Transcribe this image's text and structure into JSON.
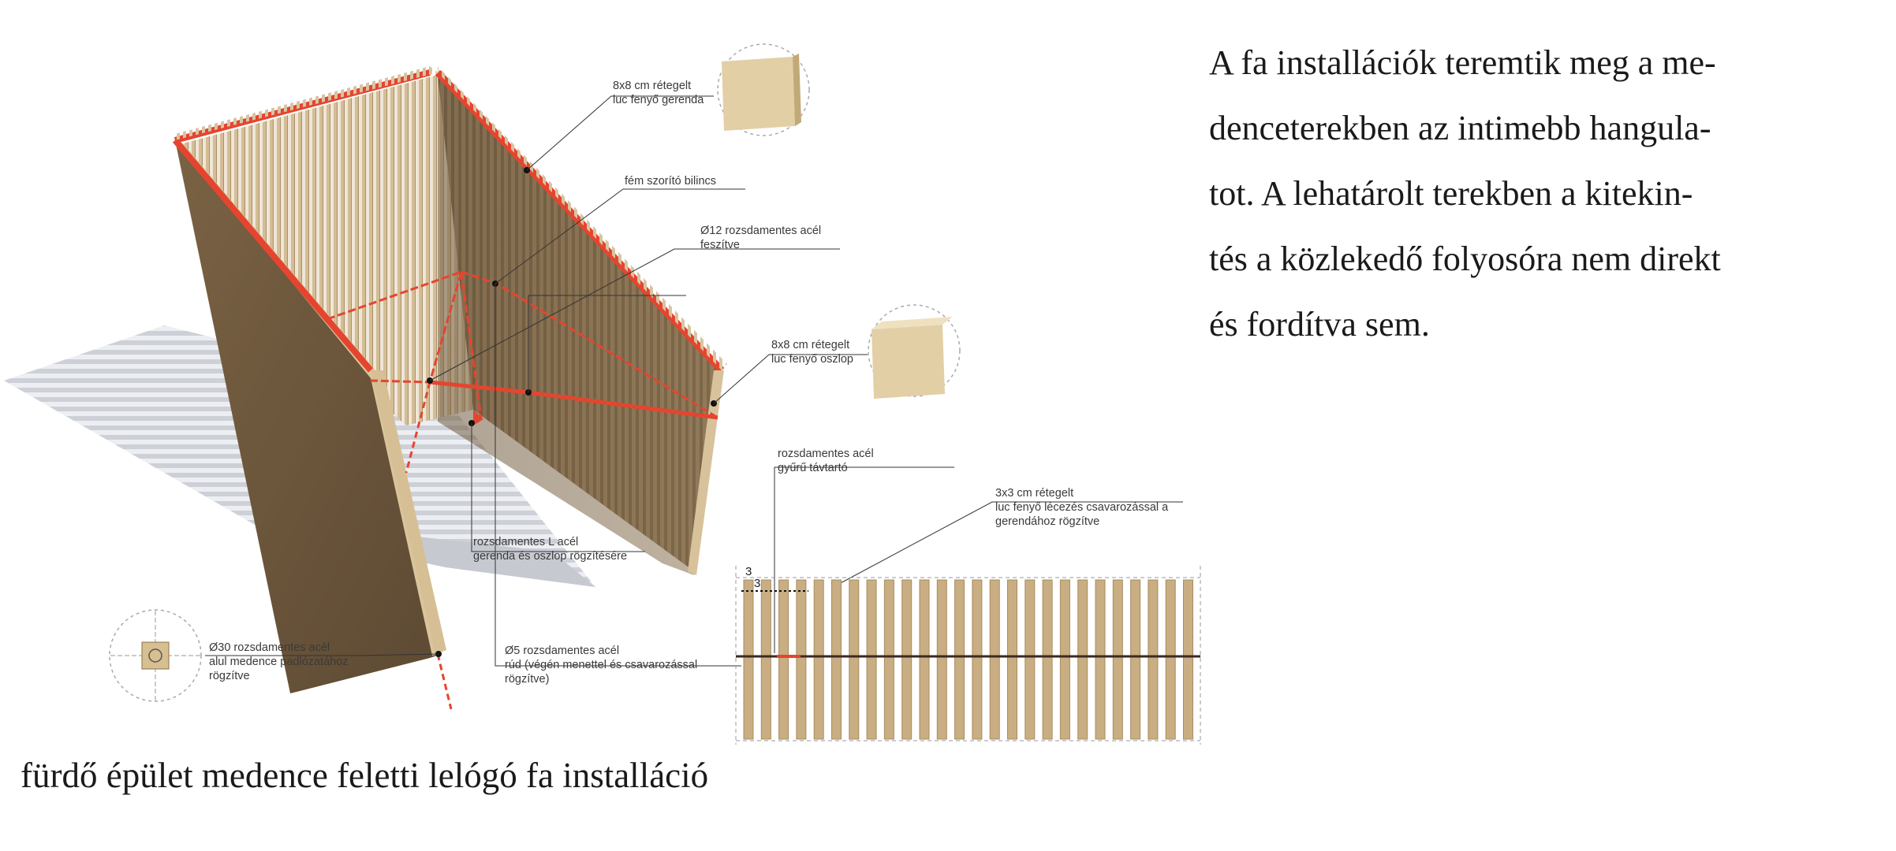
{
  "paragraph": {
    "lines": [
      "A fa installációk teremtik meg a me-",
      "denceterekben az intimebb hangula-",
      "tot. A lehatárolt terekben a kitekin-",
      "tés a közlekedő folyosóra nem direkt",
      "és fordítva sem."
    ]
  },
  "caption": "fürdő épület medence feletti lelógó fa installáció",
  "labels": {
    "beam": [
      "8x8 cm rétegelt",
      "luc fenyő gerenda"
    ],
    "clamp": [
      "fém szorító bilincs"
    ],
    "rod12": [
      "Ø12 rozsdamentes acél",
      "feszítve"
    ],
    "column": [
      "8x8 cm rétegelt",
      "luc fenyő oszlop"
    ],
    "ring": [
      "rozsdamentes acél",
      "gyűrű távtartó"
    ],
    "slats": [
      "3x3 cm rétegelt",
      "luc fenyő lécezés csavarozással a",
      "gerendához rögzítve"
    ],
    "lsteel": [
      "rozsdamentes L acél",
      "gerenda és oszlop rögzítésére"
    ],
    "rod30": [
      "Ø30 rozsdamentes acél",
      "alul medence padlózatához",
      "rögzítve"
    ],
    "rod5": [
      "Ø5 rozsdamentes acél",
      "rúd (végén menettel és csavarozással",
      "rögzítve)"
    ]
  },
  "dimensions": {
    "a": "3",
    "b": "3"
  },
  "colors": {
    "wood": "#c8ae82",
    "steel_accent": "#e5452f",
    "shadow": "#c9cbd2"
  }
}
